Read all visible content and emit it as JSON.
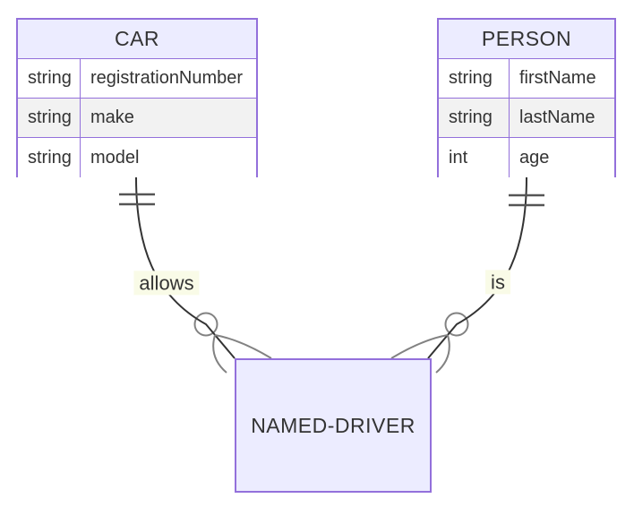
{
  "entities": {
    "car": {
      "name": "CAR",
      "attributes": [
        {
          "type": "string",
          "name": "registrationNumber"
        },
        {
          "type": "string",
          "name": "make"
        },
        {
          "type": "string",
          "name": "model"
        }
      ]
    },
    "person": {
      "name": "PERSON",
      "attributes": [
        {
          "type": "string",
          "name": "firstName"
        },
        {
          "type": "string",
          "name": "lastName"
        },
        {
          "type": "int",
          "name": "age"
        }
      ]
    },
    "named_driver": {
      "name": "NAMED-DRIVER"
    }
  },
  "relationships": [
    {
      "label": "allows",
      "from": "CAR",
      "to": "NAMED-DRIVER",
      "from_cardinality": "exactly-one",
      "to_cardinality": "zero-or-more"
    },
    {
      "label": "is",
      "from": "PERSON",
      "to": "NAMED-DRIVER",
      "from_cardinality": "exactly-one",
      "to_cardinality": "zero-or-more"
    }
  ],
  "colors": {
    "entity_fill": "#ECECFF",
    "entity_border": "#9370DB",
    "row_bg": "#ffffff",
    "row_alt_bg": "#f2f2f2",
    "text": "#333333",
    "line": "#333333",
    "marker": "#828282",
    "bar": "#555555",
    "label_bg": "#f9fbe7",
    "canvas_bg": "#ffffff"
  }
}
